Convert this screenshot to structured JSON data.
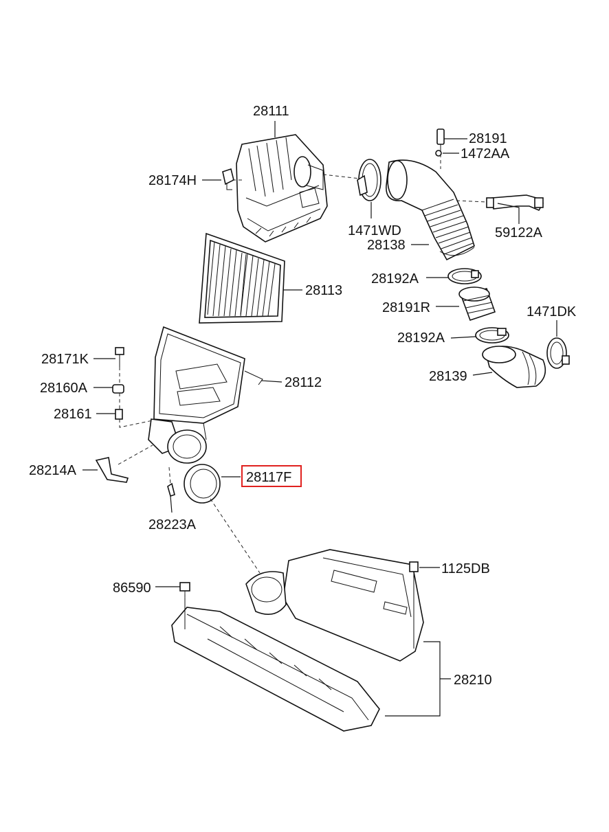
{
  "highlight_color": "#e0201e",
  "labels": {
    "p28111": "28111",
    "p28174H": "28174H",
    "p28191": "28191",
    "p1472AA": "1472AA",
    "p1471WD": "1471WD",
    "p28138": "28138",
    "p59122A": "59122A",
    "p28113": "28113",
    "p28192A_1": "28192A",
    "p28191R": "28191R",
    "p1471DK": "1471DK",
    "p28192A_2": "28192A",
    "p28139": "28139",
    "p28171K": "28171K",
    "p28112": "28112",
    "p28160A": "28160A",
    "p28161": "28161",
    "p28214A": "28214A",
    "p28117F": "28117F",
    "p28223A": "28223A",
    "p1125DB": "1125DB",
    "p86590": "86590",
    "p28210": "28210"
  }
}
